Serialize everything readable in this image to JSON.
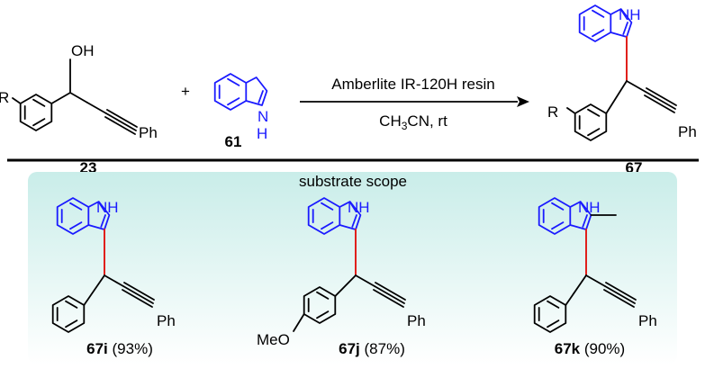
{
  "reaction": {
    "substituent": "R",
    "hydroxyl": "OH",
    "phenyl": "Ph",
    "plus": "+",
    "nh": "NH",
    "indole_n": "N",
    "indole_h": "H",
    "cmpd_23": "23",
    "cmpd_61": "61",
    "cmpd_67": "67",
    "reagent": "Amberlite IR-120H resin",
    "conditions": "CH3CN, rt"
  },
  "scope": {
    "title": "substrate scope",
    "methoxy": "MeO",
    "items": [
      {
        "id": "67i",
        "yield": " (93%)"
      },
      {
        "id": "67j",
        "yield": " (87%)"
      },
      {
        "id": "67k",
        "yield": " (90%)"
      }
    ]
  },
  "colors": {
    "indole": "#1a1aff",
    "new_bond": "#e0201c",
    "panel_top": "#c9ede9",
    "panel_bottom": "#ffffff"
  }
}
